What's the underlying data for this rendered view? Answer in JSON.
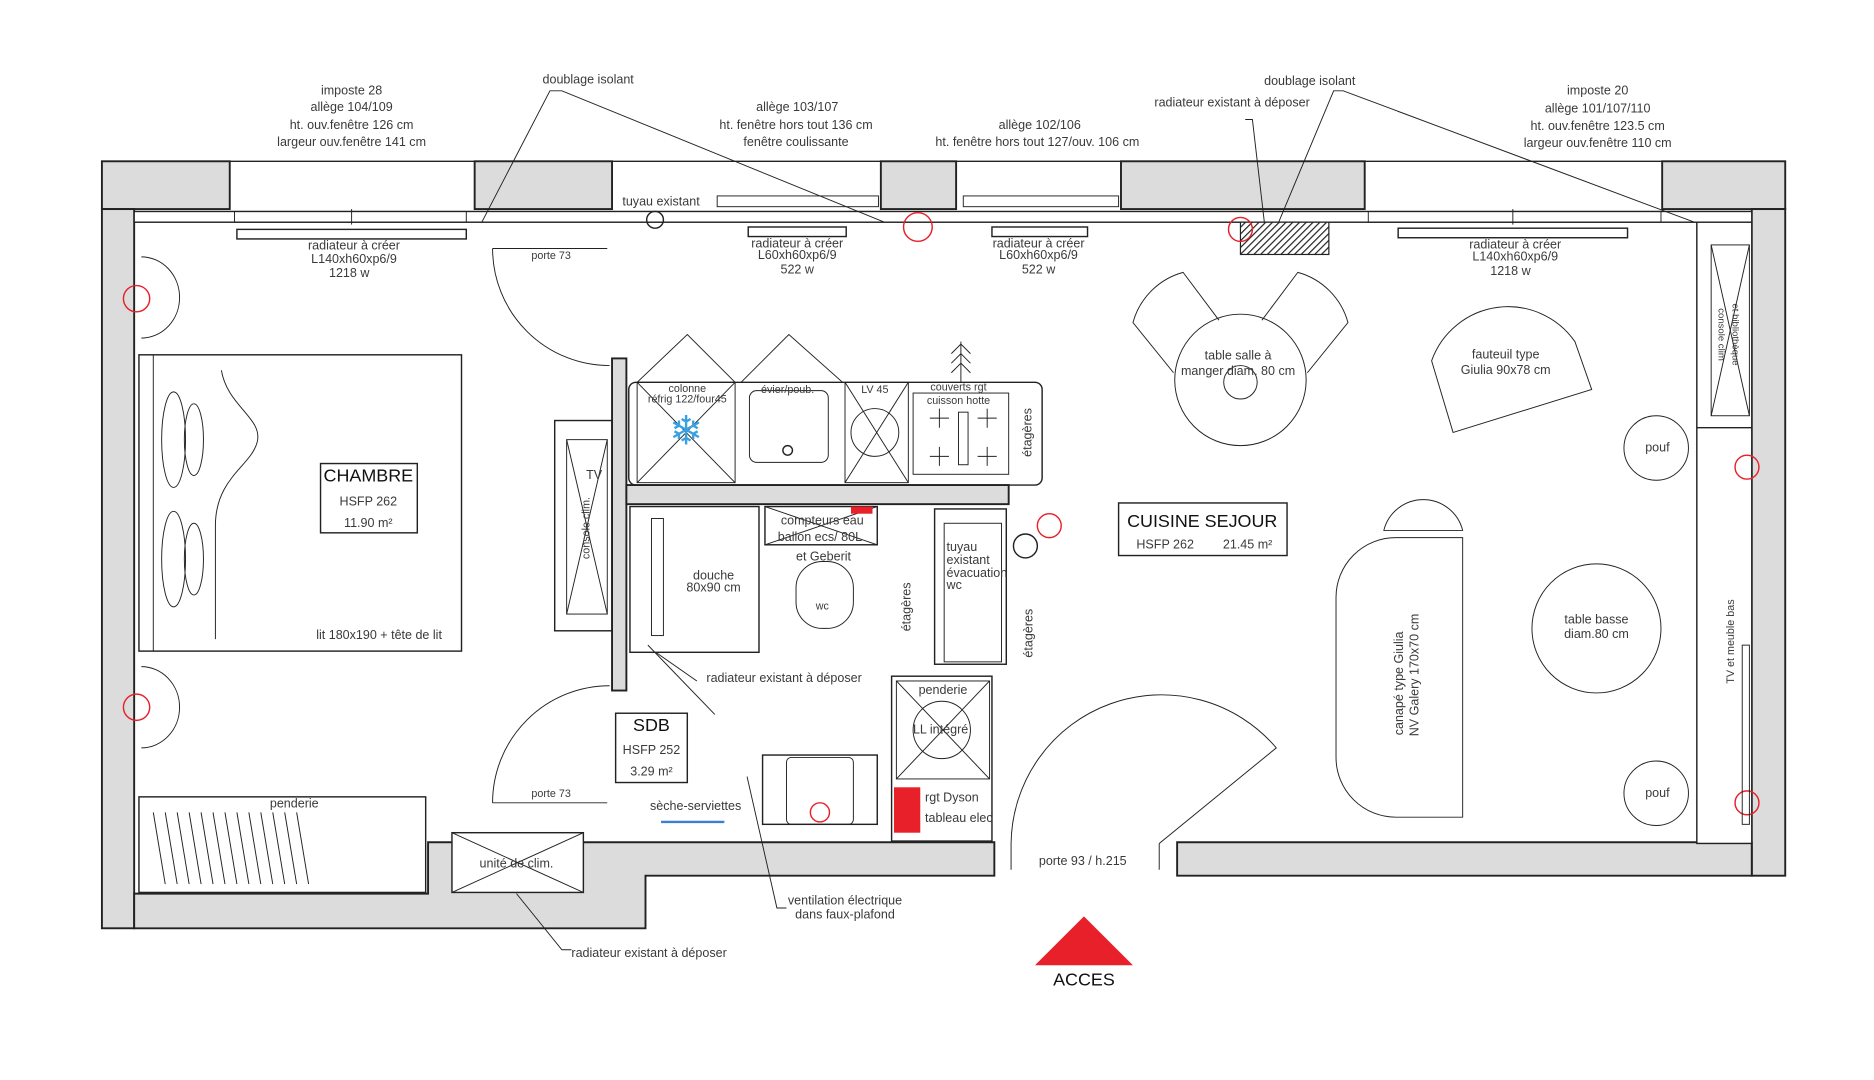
{
  "colors": {
    "wall": "#dcdcdc",
    "line": "#222222",
    "accent_red": "#e8202a",
    "snowflake": "#3aa0e0",
    "tap": "#2a9a9a",
    "towel_rail": "#3a7fd0"
  },
  "icons": {
    "outlet": "outlet-cross-circle-icon",
    "fridge": "snowflake-icon",
    "access": "triangle-access-icon",
    "hood": "hood-exhaust-icon"
  },
  "annotations": {
    "window1": [
      "imposte 28",
      "allège 104/109",
      "ht. ouv.fenêtre 126 cm",
      "largeur ouv.fenêtre 141 cm"
    ],
    "doublage1": "doublage isolant",
    "window2": [
      "allège 103/107",
      "ht. fenêtre hors tout 136 cm",
      "fenêtre coulissante"
    ],
    "window3": [
      "allège 102/106",
      "ht. fenêtre hors tout 127/ouv. 106 cm"
    ],
    "doublage2": "doublage isolant",
    "radiator_remove_top": "radiateur existant à déposer",
    "window4": [
      "imposte 20",
      "allège 101/107/110",
      "ht. ouv.fenêtre 123.5 cm",
      "largeur ouv.fenêtre 110 cm"
    ],
    "pipe": "tuyau existant",
    "radiator1": [
      "radiateur à créer",
      "L140xh60xp6/9",
      "1218 w"
    ],
    "radiator2": [
      "radiateur à créer",
      "L60xh60xp6/9",
      "522 w"
    ],
    "radiator3": [
      "radiateur à créer",
      "L60xh60xp6/9",
      "522 w"
    ],
    "radiator4": [
      "radiateur à créer",
      "L140xh60xp6/9",
      "1218 w"
    ],
    "door_top": "porte 73",
    "door_bottom": "porte 73",
    "radiator_remove_sdb": "radiateur existant à déposer",
    "radiator_remove_bottom": "radiateur existant à déposer",
    "ventilation": [
      "ventilation électrique",
      "dans faux-plafond"
    ],
    "entrance_door": "porte 93 / h.215",
    "access": "ACCES"
  },
  "chambre": {
    "name": "CHAMBRE",
    "hsfp": "HSFP 262",
    "area": "11.90 m²",
    "bed": "lit 180x190 + tête de lit",
    "tv": "TV",
    "console": "console clim.",
    "wardrobe": "penderie",
    "clim_unit": "unité de clim."
  },
  "kitchen": {
    "fridge": [
      "colonne",
      "réfrig 122/four45"
    ],
    "sink": "évier/poub.",
    "dishwasher": "LV 45",
    "hob": [
      "couverts rgt",
      "cuisson hotte"
    ],
    "shelves": "étagères"
  },
  "sdb": {
    "name": "SDB",
    "hsfp": "HSFP 252",
    "area": "3.29 m²",
    "shower": [
      "douche",
      "80x90 cm"
    ],
    "meters": [
      "compteurs eau",
      "ballon ecs/ 80L",
      "et Geberit"
    ],
    "wc": "wc",
    "pipe_wc": [
      "tuyau",
      "existant",
      "évacuation",
      "wc"
    ],
    "towel_rail": "sèche-serviettes",
    "shelves": "étagères"
  },
  "entry": {
    "wardrobe": "penderie",
    "washer": "LL intégré",
    "storage": [
      "rgt Dyson",
      "tableau elec"
    ],
    "shelves": "étagères"
  },
  "sejour": {
    "name": "CUISINE SEJOUR",
    "hsfp": "HSFP 262",
    "area": "21.45 m²",
    "dining": [
      "table salle à",
      "manger diam. 80 cm"
    ],
    "armchair": [
      "fauteuil type",
      "Giulia 90x78 cm"
    ],
    "pouf": "pouf",
    "sofa": [
      "canapé type Giulia",
      "NV Galery 170x70 cm"
    ],
    "coffee_table": [
      "table basse",
      "diam.80 cm"
    ],
    "console": [
      "console clim",
      "et bibliothèque"
    ],
    "tv": "TV et meuble bas"
  }
}
